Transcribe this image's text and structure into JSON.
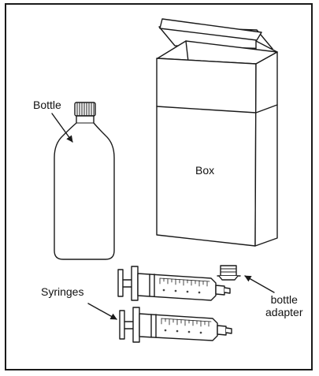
{
  "labels": {
    "bottle": "Bottle",
    "box": "Box",
    "syringes": "Syringes",
    "bottle_adapter": "bottle\nadapter"
  },
  "colors": {
    "stroke": "#1a1a1a",
    "fill": "#ffffff",
    "box_shade": "#f4f4f4"
  }
}
